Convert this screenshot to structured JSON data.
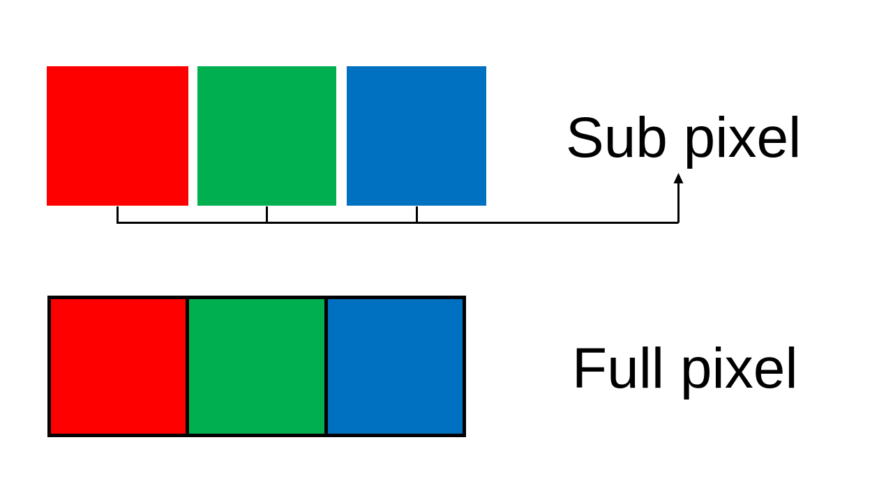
{
  "background": "#ffffff",
  "line_color": "#000000",
  "text_color": "#000000",
  "subpixel": {
    "label": "Sub pixel",
    "squares": [
      {
        "name": "red-subpixel",
        "color": "#ff0000"
      },
      {
        "name": "green-subpixel",
        "color": "#00b050"
      },
      {
        "name": "blue-subpixel",
        "color": "#0070c0"
      }
    ]
  },
  "fullpixel": {
    "label": "Full pixel",
    "outline_color": "#000000",
    "cells": [
      {
        "name": "red-subpixel-cell",
        "color": "#ff0000"
      },
      {
        "name": "green-subpixel-cell",
        "color": "#00b050"
      },
      {
        "name": "blue-subpixel-cell",
        "color": "#0070c0"
      }
    ]
  }
}
